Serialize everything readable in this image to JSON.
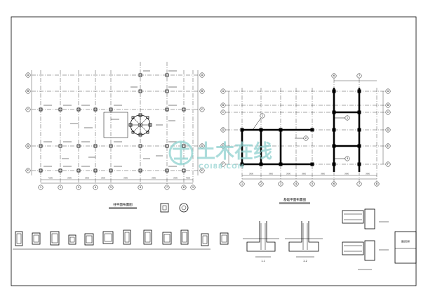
{
  "titles": {
    "left_plan": "柱平面布置图",
    "right_plan": "基础平面布置图",
    "section_1": "1-1",
    "section_2": "2-2",
    "title_block": "图纸目录"
  },
  "watermark": {
    "main": "土木在线",
    "sub": "COI88.COM"
  },
  "left_plan": {
    "grid_x": [
      "1",
      "2",
      "3",
      "4",
      "5",
      "6",
      "7",
      "8",
      "9"
    ],
    "grid_y": [
      "A",
      "B",
      "C",
      "D",
      "E"
    ],
    "dims": [
      "4200",
      "3900",
      "3900",
      "3900",
      "3900",
      "3900",
      "3900",
      "4200"
    ]
  },
  "right_plan": {
    "grid_x": [
      "1",
      "2",
      "3",
      "4",
      "5",
      "6",
      "7",
      "8"
    ],
    "grid_y": [
      "A",
      "B",
      "C",
      "D",
      "E",
      "F"
    ],
    "dims": [
      "3900",
      "3900",
      "3900",
      "3900",
      "3900",
      "3900",
      "3900"
    ],
    "tags": [
      "1",
      "2",
      "3"
    ]
  },
  "colors": {
    "line": "#000000",
    "watermark": "#8fd1cf",
    "background": "#ffffff"
  }
}
